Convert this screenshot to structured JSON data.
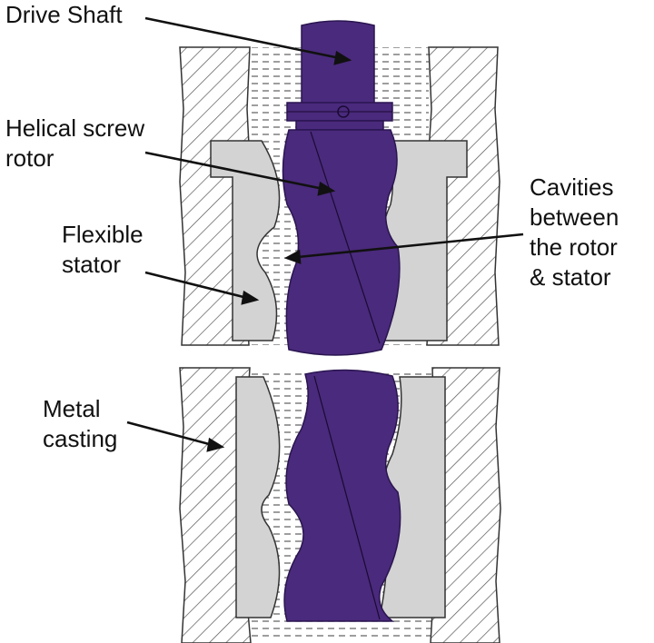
{
  "labels": {
    "drive_shaft": "Drive Shaft",
    "helical_rotor": [
      "Helical screw",
      "rotor"
    ],
    "flexible_stator": [
      "Flexible",
      "stator"
    ],
    "cavities": [
      "Cavities",
      "between",
      "the rotor",
      "& stator"
    ],
    "metal_casting": [
      "Metal",
      "casting"
    ]
  },
  "colors": {
    "rotor": "#4a2a7c",
    "stator": "#d3d3d3",
    "casting_hatch": "#555555",
    "fluid_dash": "#6a6a6a",
    "outline": "#333333",
    "leader": "#111111"
  }
}
